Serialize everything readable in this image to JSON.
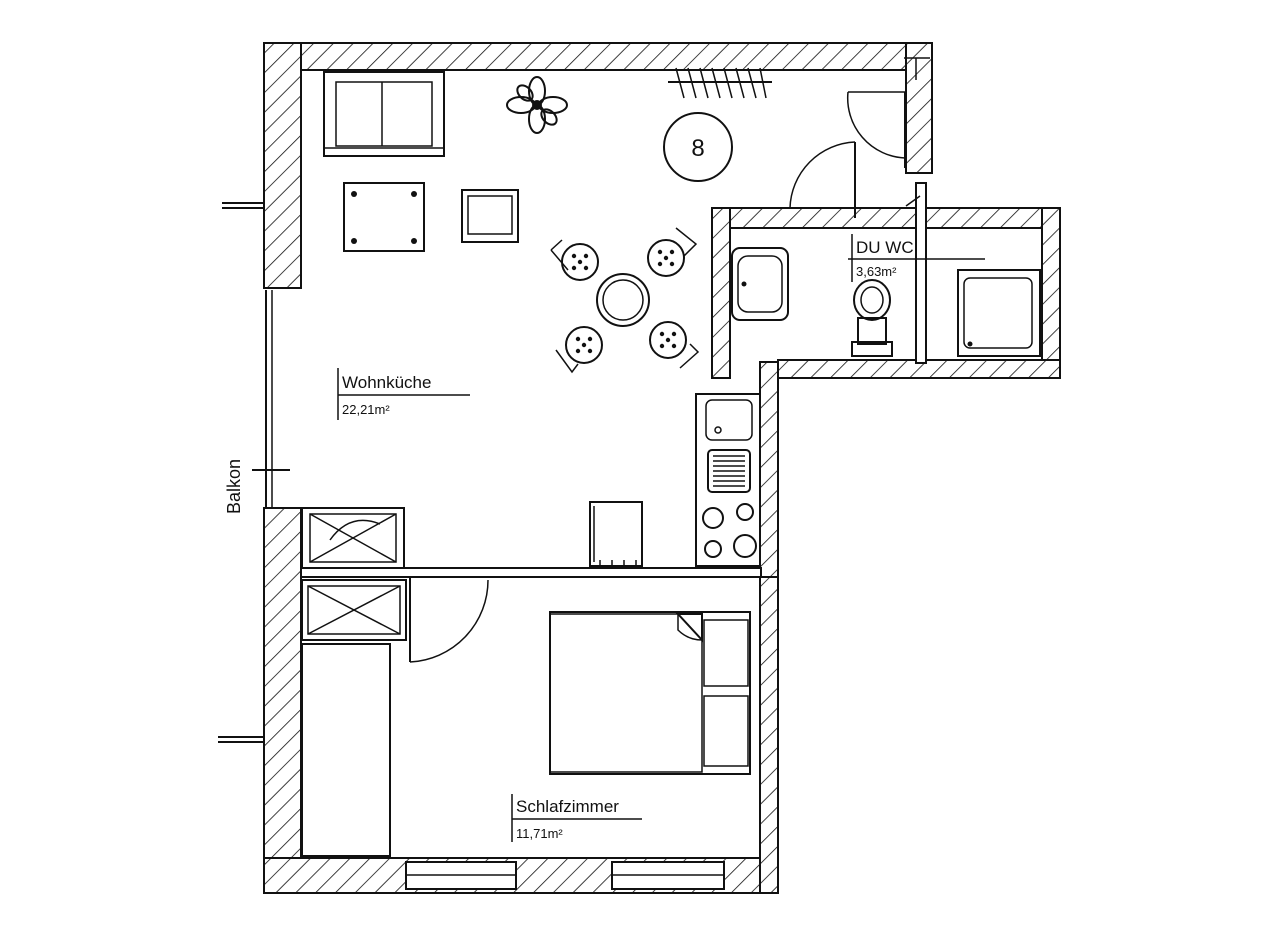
{
  "rooms": {
    "wohnkueche": {
      "name": "Wohnküche",
      "area": "22,21m²"
    },
    "du_wc": {
      "name": "DU WC",
      "area": "3,63m²"
    },
    "schlafzimmer": {
      "name": "Schlafzimmer",
      "area": "11,71m²"
    }
  },
  "labels": {
    "balkon": "Balkon",
    "unit_number": "8"
  }
}
